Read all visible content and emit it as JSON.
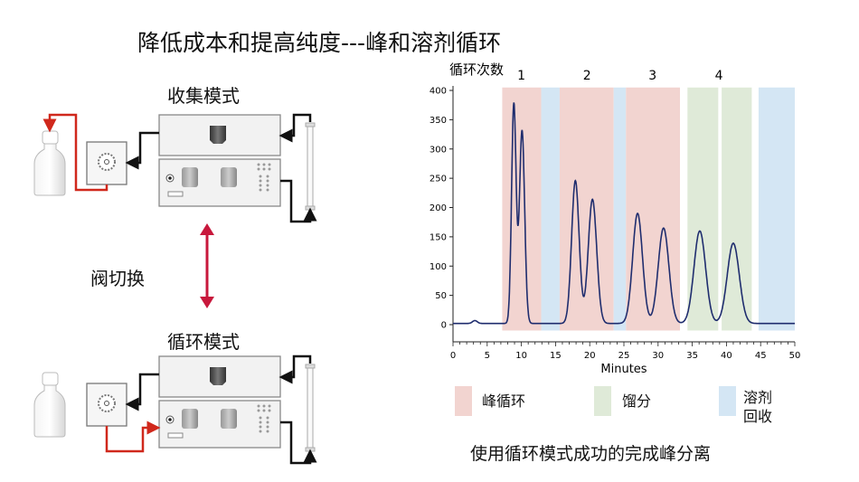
{
  "title": "降低成本和提高纯度---峰和溶剂循环",
  "diagram": {
    "collect_mode_label": "收集模式",
    "valve_switch_label": "阀切换",
    "recycle_mode_label": "循环模式",
    "colors": {
      "flow_black": "#111111",
      "flow_red": "#d0281c",
      "switch_arrow": "#c8183c"
    }
  },
  "chart_data": {
    "type": "line",
    "ylabel": "循环次数",
    "xlabel": "Minutes",
    "xlim": [
      0,
      50
    ],
    "ylim": [
      0,
      400
    ],
    "xticks": [
      0,
      5,
      10,
      15,
      20,
      25,
      30,
      35,
      40,
      45,
      50
    ],
    "yticks": [
      0,
      50,
      100,
      150,
      200,
      250,
      300,
      350,
      400
    ],
    "cycle_labels": [
      {
        "label": "1",
        "x": 10
      },
      {
        "label": "2",
        "x": 19.6
      },
      {
        "label": "3",
        "x": 29.2
      },
      {
        "label": "4",
        "x": 38.9
      }
    ],
    "bands": [
      {
        "type": "peak_recycle",
        "from": 7.2,
        "to": 12.9
      },
      {
        "type": "solvent_recovery",
        "from": 12.9,
        "to": 15.6
      },
      {
        "type": "peak_recycle",
        "from": 15.6,
        "to": 23.5
      },
      {
        "type": "solvent_recovery",
        "from": 23.5,
        "to": 25.3
      },
      {
        "type": "peak_recycle",
        "from": 25.3,
        "to": 33.2
      },
      {
        "type": "fraction",
        "from": 34.3,
        "to": 38.8
      },
      {
        "type": "fraction",
        "from": 39.3,
        "to": 43.7
      },
      {
        "type": "solvent_recovery",
        "from": 44.7,
        "to": 50
      }
    ],
    "baseline": 2,
    "peaks": [
      {
        "x": 3.2,
        "y": 5,
        "width": 0.35
      },
      {
        "x": 8.9,
        "y": 375,
        "width": 0.33
      },
      {
        "x": 10.1,
        "y": 330,
        "width": 0.38
      },
      {
        "x": 17.9,
        "y": 244,
        "width": 0.55
      },
      {
        "x": 20.4,
        "y": 212,
        "width": 0.62
      },
      {
        "x": 27.0,
        "y": 188,
        "width": 0.72
      },
      {
        "x": 30.8,
        "y": 163,
        "width": 0.78
      },
      {
        "x": 36.1,
        "y": 158,
        "width": 0.85
      },
      {
        "x": 41.0,
        "y": 137,
        "width": 0.88
      }
    ],
    "line_color": "#1f2d6e",
    "band_colors": {
      "peak_recycle": "#f2d4d0",
      "solvent_recovery": "#d4e6f4",
      "fraction": "#dfead8"
    }
  },
  "legend": [
    {
      "type": "peak_recycle",
      "label": "峰循环"
    },
    {
      "type": "fraction",
      "label": "馏分"
    },
    {
      "type": "solvent_recovery",
      "label_line1": "溶剂",
      "label_line2": "回收"
    }
  ],
  "caption": "使用循环模式成功的完成峰分离"
}
